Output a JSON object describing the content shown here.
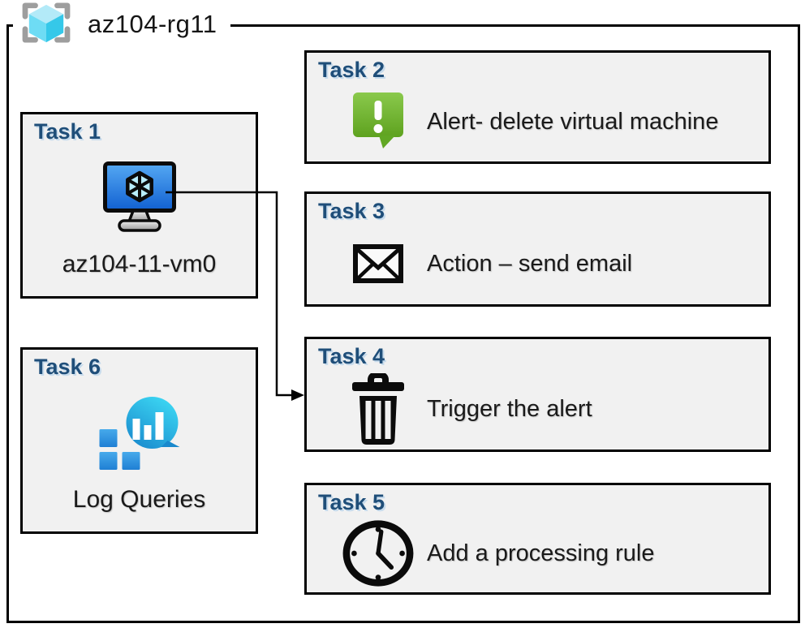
{
  "header": {
    "label": "az104-rg11",
    "icon": "resource-group-icon"
  },
  "tasks": [
    {
      "label": "Task 1",
      "icon": "virtual-machine-icon",
      "text": "az104-11-vm0"
    },
    {
      "label": "Task 2",
      "icon": "alert-icon",
      "text": "Alert- delete virtual machine"
    },
    {
      "label": "Task 3",
      "icon": "email-icon",
      "text": "Action – send email"
    },
    {
      "label": "Task 4",
      "icon": "delete-trash-icon",
      "text": "Trigger the alert"
    },
    {
      "label": "Task 5",
      "icon": "clock-icon",
      "text": "Add a processing rule"
    },
    {
      "label": "Task 6",
      "icon": "log-queries-icon",
      "text": "Log Queries"
    }
  ],
  "connector": {
    "from": "Task 1",
    "to": "Task 4",
    "style": "elbow-arrow"
  },
  "colors": {
    "task_label_blue": "#1F4E79",
    "box_fill": "#F1F1F1",
    "border_black": "#000000",
    "alert_green_light": "#84C344",
    "alert_green_dark": "#5EA21F",
    "monitor_blue_light": "#55A9F3",
    "monitor_blue_dark": "#1160D1",
    "cube_cyan": "#B8EDFC",
    "bubble_teal_light": "#3CD7F3",
    "bubble_teal_dark": "#1989CD",
    "square_blue_light": "#47AAEB",
    "square_blue_dark": "#1F7FD4",
    "bracket_gray": "#9E9E9E"
  }
}
